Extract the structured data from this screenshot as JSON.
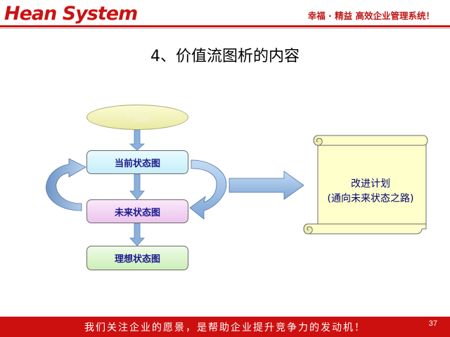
{
  "header": {
    "logo_text": "Hean System",
    "tagline": "幸福 · 精益  高效企业管理系统！"
  },
  "slide": {
    "title": "4、价值流图析的内容"
  },
  "diagram": {
    "family_oval": "产品族",
    "current_state": "当前状态图",
    "future_state": "未来状态图",
    "ideal_state": "理想状态图",
    "scroll_line1": "改进计划",
    "scroll_line2": "(通向未来状态之路)"
  },
  "footer": {
    "slogan": "我们关注企业的愿景，是帮助企业提升竞争力的发动机！",
    "page_number": "37"
  },
  "colors": {
    "brand_red": "#cc1212",
    "arrow_blue": "#8ab0dc",
    "scroll_fill": "#ffffcc"
  }
}
